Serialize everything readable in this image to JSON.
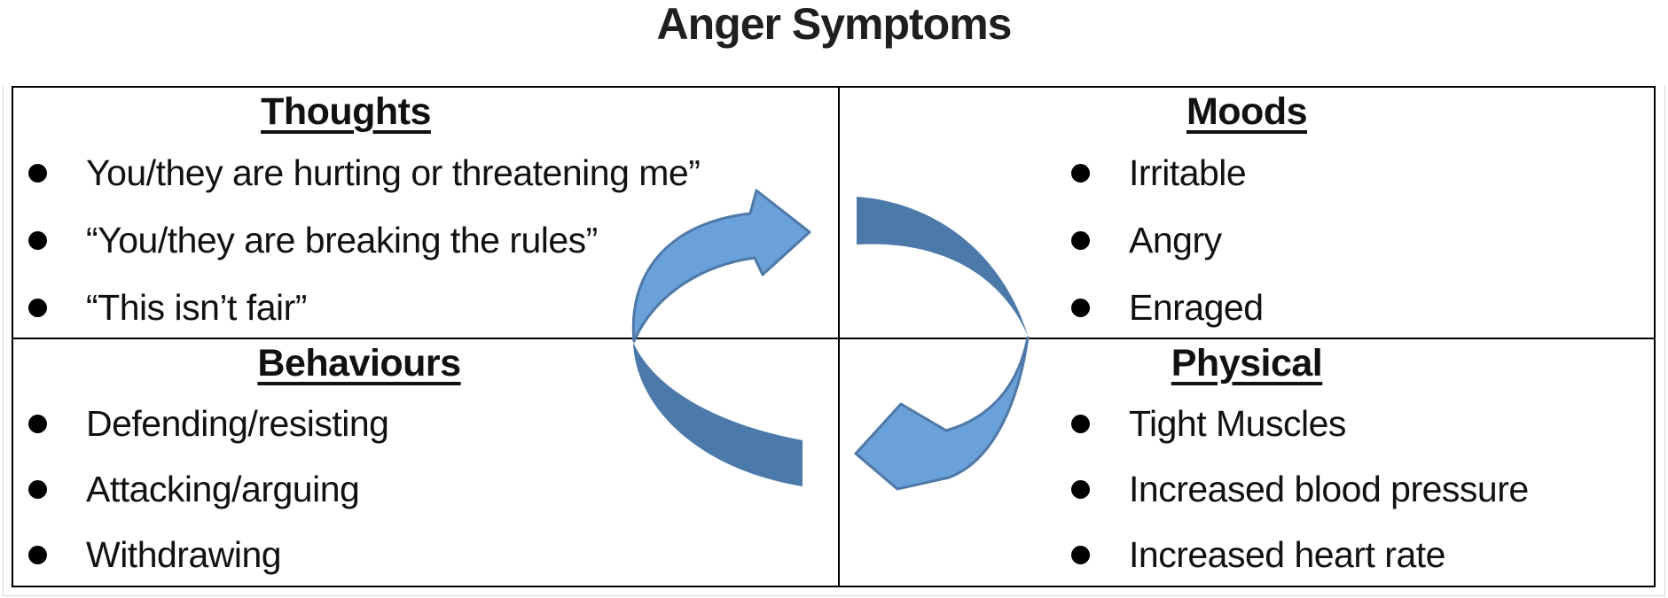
{
  "title": "Anger Symptoms",
  "quadrants": {
    "thoughts": {
      "heading": "Thoughts",
      "items": [
        "You/they are hurting or threatening me”",
        "“You/they are breaking the rules”",
        "“This isn’t fair”"
      ]
    },
    "moods": {
      "heading": "Moods",
      "items": [
        "Irritable",
        "Angry",
        "Enraged"
      ]
    },
    "behaviours": {
      "heading": "Behaviours",
      "items": [
        "Defending/resisting",
        "Attacking/arguing",
        "Withdrawing"
      ]
    },
    "physical": {
      "heading": "Physical",
      "items": [
        "Tight Muscles",
        "Increased blood pressure",
        "Increased heart rate"
      ]
    }
  },
  "cycle_icon": {
    "top_arrow": "clockwise-curved-arrow-pointing-right",
    "bottom_arrow": "clockwise-curved-arrow-pointing-left",
    "fill_light": "#6BA1D9",
    "fill_dark": "#4B79A9",
    "outline": "#4D78A8"
  },
  "border_color": "#000000"
}
